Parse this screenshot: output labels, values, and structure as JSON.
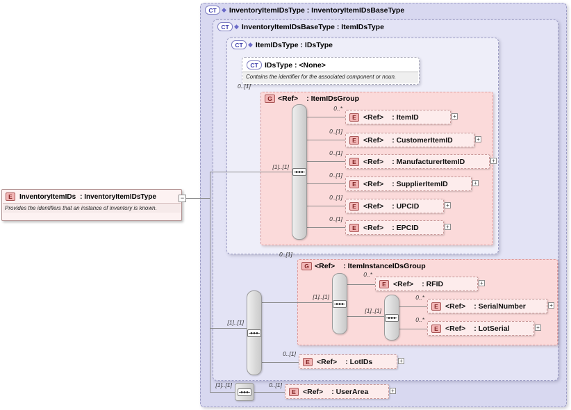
{
  "diagram": {
    "root": {
      "badge": "E",
      "name": "InventoryItemIDs",
      "type": ": InventoryItemIDsType",
      "annotation": "Provides the identifiers that an instance of inventory is known."
    },
    "containers": {
      "inventory_item_ids_type": {
        "badge": "CT",
        "label": "InventoryItemIDsType : InventoryItemIDsBaseType"
      },
      "inventory_item_ids_base_type": {
        "badge": "CT",
        "label": "InventoryItemIDsBaseType : ItemIDsType"
      },
      "item_ids_type": {
        "badge": "CT",
        "label": "ItemIDsType : IDsType"
      },
      "ids_type": {
        "badge": "CT",
        "label": "IDsType  : <None>",
        "annotation": "Contains the identifier for the associated component or noun."
      }
    },
    "item_ids_group": {
      "badge": "G",
      "ref": "<Ref>",
      "name": ": ItemIDsGroup",
      "cardinality": "0..[1]",
      "sequence_cardinality": "[1]..[1]",
      "elements": [
        {
          "badge": "E",
          "ref": "<Ref>",
          "name": ": ItemID",
          "cardinality": "0..*"
        },
        {
          "badge": "E",
          "ref": "<Ref>",
          "name": ": CustomerItemID",
          "cardinality": "0..[1]"
        },
        {
          "badge": "E",
          "ref": "<Ref>",
          "name": ": ManufacturerItemID",
          "cardinality": "0..[1]"
        },
        {
          "badge": "E",
          "ref": "<Ref>",
          "name": ": SupplierItemID",
          "cardinality": "0..[1]"
        },
        {
          "badge": "E",
          "ref": "<Ref>",
          "name": ": UPCID",
          "cardinality": "0..[1]"
        },
        {
          "badge": "E",
          "ref": "<Ref>",
          "name": ": EPCID",
          "cardinality": "0..[1]"
        }
      ]
    },
    "base_sequence_cardinality": "[1]..[1]",
    "item_instance_ids_group": {
      "badge": "G",
      "ref": "<Ref>",
      "name": ": ItemInstanceIDsGroup",
      "cardinality": "0..[1]",
      "sequence_cardinality": "[1]..[1]",
      "rfid": {
        "badge": "E",
        "ref": "<Ref>",
        "name": ": RFID",
        "cardinality": "0..*"
      },
      "inner_sequence_cardinality": "[1]..[1]",
      "serial_number": {
        "badge": "E",
        "ref": "<Ref>",
        "name": ": SerialNumber",
        "cardinality": "0..*"
      },
      "lot_serial": {
        "badge": "E",
        "ref": "<Ref>",
        "name": ": LotSerial",
        "cardinality": "0..*"
      }
    },
    "lot_ids": {
      "badge": "E",
      "ref": "<Ref>",
      "name": ": LotIDs",
      "cardinality": "0..[1]"
    },
    "user_area": {
      "sequence_cardinality": "[1]..[1]",
      "cardinality": "0..[1]",
      "badge": "E",
      "ref": "<Ref>",
      "name": ": UserArea"
    },
    "icons": {
      "derivation": "◆",
      "expand": "+",
      "collapse": "−"
    }
  }
}
